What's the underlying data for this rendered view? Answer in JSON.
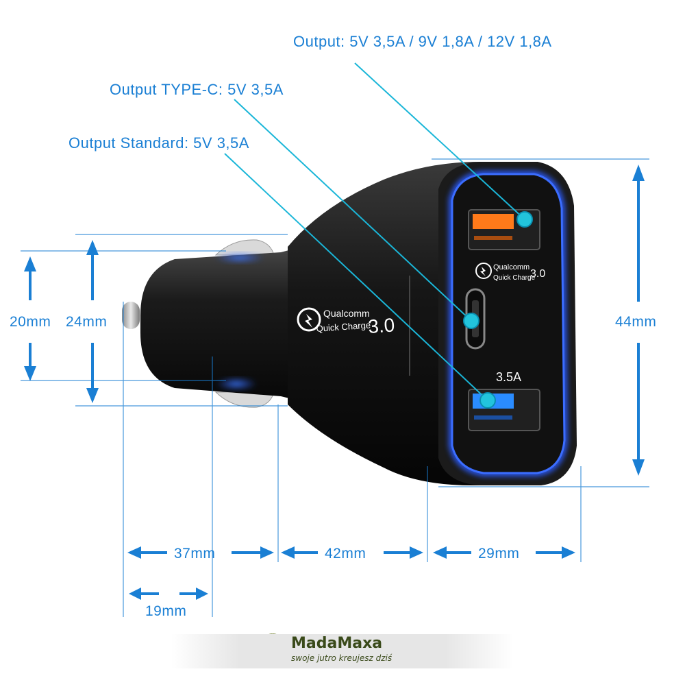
{
  "labels": {
    "output_main": "Output: 5V 3,5A / 9V 1,8A / 12V 1,8A",
    "output_typec": "Output TYPE-C: 5V 3,5A",
    "output_standard": "Output Standard: 5V 3,5A"
  },
  "dimensions": {
    "d20": "20mm",
    "d24": "24mm",
    "d44": "44mm",
    "d37": "37mm",
    "d42": "42mm",
    "d29": "29mm",
    "d19": "19mm"
  },
  "product": {
    "body_brand": "Qualcomm",
    "body_sub": "Quick Charge",
    "body_version": "3.0",
    "face_brand": "Qualcomm",
    "face_sub": "Quick Charge",
    "face_version": "3.0",
    "port_rating": "3.5A"
  },
  "brand": {
    "name": "MadaMaxa",
    "tagline": "swoje jutro kreujesz dziś"
  },
  "colors": {
    "accent": "#1a7fd4",
    "callout_line": "#1ab6d8",
    "body": "#151515",
    "glow": "#2a5cff",
    "quick_port": "#ff7a1a",
    "std_port": "#2a8cff"
  }
}
